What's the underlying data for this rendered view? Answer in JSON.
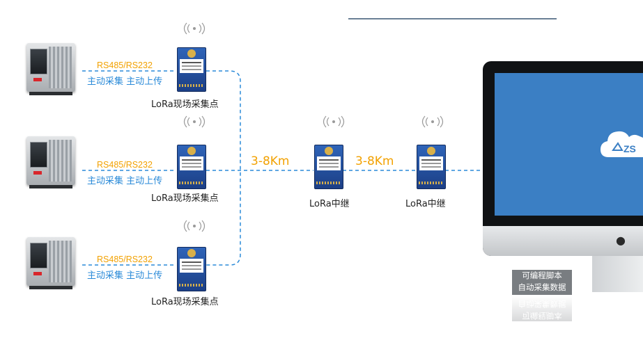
{
  "sites": [
    {
      "protocol": "RS485/RS232",
      "mode": "主动采集 主动上传",
      "caption": "LoRa现场采集点"
    },
    {
      "protocol": "RS485/RS232",
      "mode": "主动采集 主动上传",
      "caption": "LoRa现场采集点"
    },
    {
      "protocol": "RS485/RS232",
      "mode": "主动采集 主动上传",
      "caption": "LoRa现场采集点"
    }
  ],
  "relays": [
    {
      "distance": "3-8Km",
      "caption": "LoRa中继"
    },
    {
      "distance": "3-8Km",
      "caption": "LoRa中继"
    }
  ],
  "server": {
    "caption_line1": "可编程脚本",
    "caption_line2": "自动采集数据",
    "logo_text": "ZS"
  },
  "colors": {
    "link": "#2a8ad8",
    "protocol": "#f2a100",
    "screen": "#3b7fc4"
  }
}
